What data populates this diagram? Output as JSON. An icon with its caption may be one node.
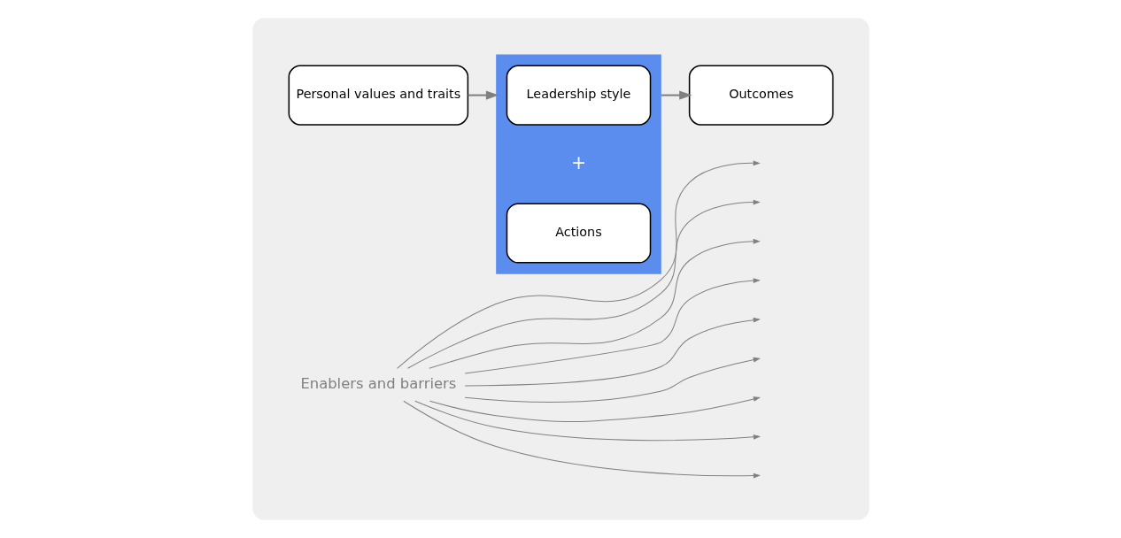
{
  "diagram": {
    "nodes": [
      {
        "text": [],
        "shape": "ellipse"
      },
      {
        "text": [
          "Personal values and traits"
        ],
        "in": 0
      },
      {
        "text": [],
        "shape": "box",
        "in": 0
      },
      {
        "text": [
          "Leadership style"
        ],
        "in": 2
      },
      {
        "text": [
          "Actions"
        ],
        "in": 2
      },
      {
        "text": [
          "Outcomes"
        ],
        "in": 0
      },
      {
        "text": [
          "Enablers and barriers"
        ],
        "in": 0
      }
    ],
    "edges": [
      {
        "from": 1,
        "to": 2,
        "arrow": "to"
      },
      {
        "from": 2,
        "to": 5,
        "arrow": "to"
      },
      {
        "from": 6,
        "to": null,
        "arrow": "to"
      },
      {
        "from": 6,
        "to": null,
        "arrow": "to"
      },
      {
        "from": 6,
        "to": null,
        "arrow": "to"
      },
      {
        "from": 6,
        "to": null,
        "arrow": "to"
      },
      {
        "from": 6,
        "to": null,
        "arrow": "to"
      },
      {
        "from": 6,
        "to": null,
        "arrow": "to"
      },
      {
        "from": 6,
        "to": null,
        "arrow": "to"
      },
      {
        "from": 6,
        "to": null,
        "arrow": "to"
      },
      {
        "from": 6,
        "to": null,
        "arrow": "to"
      }
    ],
    "labels": [
      "+"
    ]
  }
}
